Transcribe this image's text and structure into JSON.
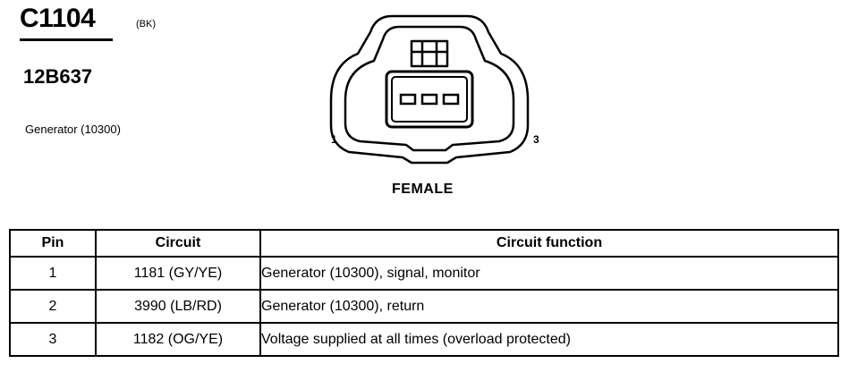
{
  "header": {
    "connector_id": "C1104",
    "color_code": "(BK)",
    "part_number": "12B637",
    "component": "Generator (10300)"
  },
  "diagram": {
    "pin_left": "1",
    "pin_right": "3",
    "gender": "FEMALE"
  },
  "table": {
    "columns": [
      "Pin",
      "Circuit",
      "Circuit function"
    ],
    "rows": [
      {
        "pin": "1",
        "circuit": "1181 (GY/YE)",
        "function": "Generator (10300), signal, monitor"
      },
      {
        "pin": "2",
        "circuit": "3990 (LB/RD)",
        "function": "Generator (10300), return"
      },
      {
        "pin": "3",
        "circuit": "1182 (OG/YE)",
        "function": "Voltage supplied at all times (overload protected)"
      }
    ]
  }
}
